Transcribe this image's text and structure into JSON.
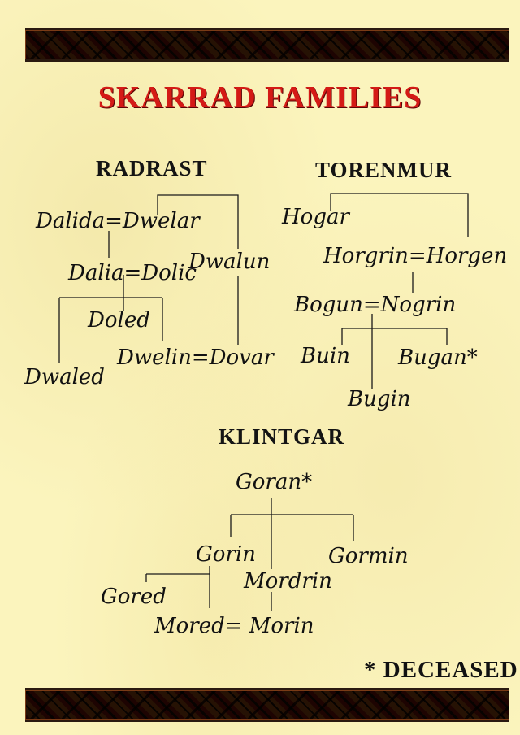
{
  "title": "SKARRAD FAMILIES",
  "families": {
    "radrast": {
      "heading": "RADRAST",
      "names": {
        "dalida_dwelar": "Dalida=Dwelar",
        "dwalun": "Dwalun",
        "dalia_dolic": "Dalia=Dolic",
        "doled": "Doled",
        "dwelin_dovar": "Dwelin=Dovar",
        "dwaled": "Dwaled"
      }
    },
    "torenmur": {
      "heading": "TORENMUR",
      "names": {
        "hogar": "Hogar",
        "horgrin_horgen": "Horgrin=Horgen",
        "bogun_nogrin": "Bogun=Nogrin",
        "buin": "Buin",
        "bugan": "Bugan*",
        "bugin": "Bugin"
      }
    },
    "klintgar": {
      "heading": "KLINTGAR",
      "names": {
        "goran": "Goran*",
        "gorin": "Gorin",
        "gormin": "Gormin",
        "mordrin": "Mordrin",
        "gored": "Gored",
        "mored_morin": "Mored= Morin"
      }
    }
  },
  "legend": "* DECEASED",
  "colors": {
    "title": "#d41a16",
    "ink": "#111111",
    "parchment": "#fbf4bd"
  }
}
